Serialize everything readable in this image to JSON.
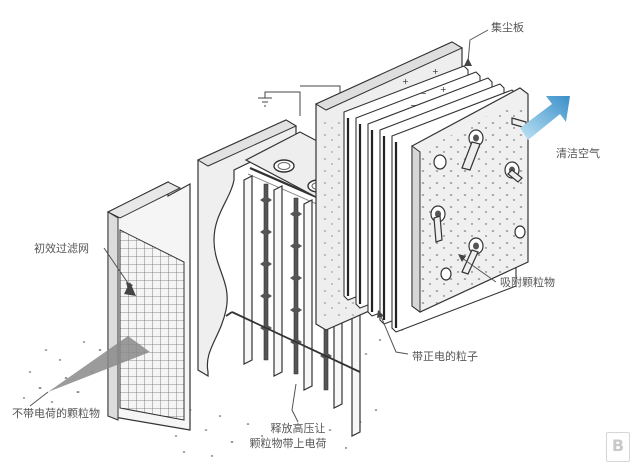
{
  "labels": {
    "collector_plate": "集尘板",
    "clean_air": "清洁空气",
    "primary_filter": "初效过滤网",
    "adsorbed_particles": "吸附颗粒物",
    "positive_particles": "带正电的粒子",
    "uncharged_particles": "不带电荷的颗粒物",
    "high_voltage_line1": "释放高压让",
    "high_voltage_line2": "颗粒物带上电荷"
  },
  "watermark": "B",
  "colors": {
    "line": "#333333",
    "panel": "#f2f2f2",
    "panel_side": "#d9d9d9",
    "dark": "#555555",
    "arrow_start": "#3a8fc9",
    "arrow_end": "#bfe4f5",
    "text": "#555555"
  }
}
